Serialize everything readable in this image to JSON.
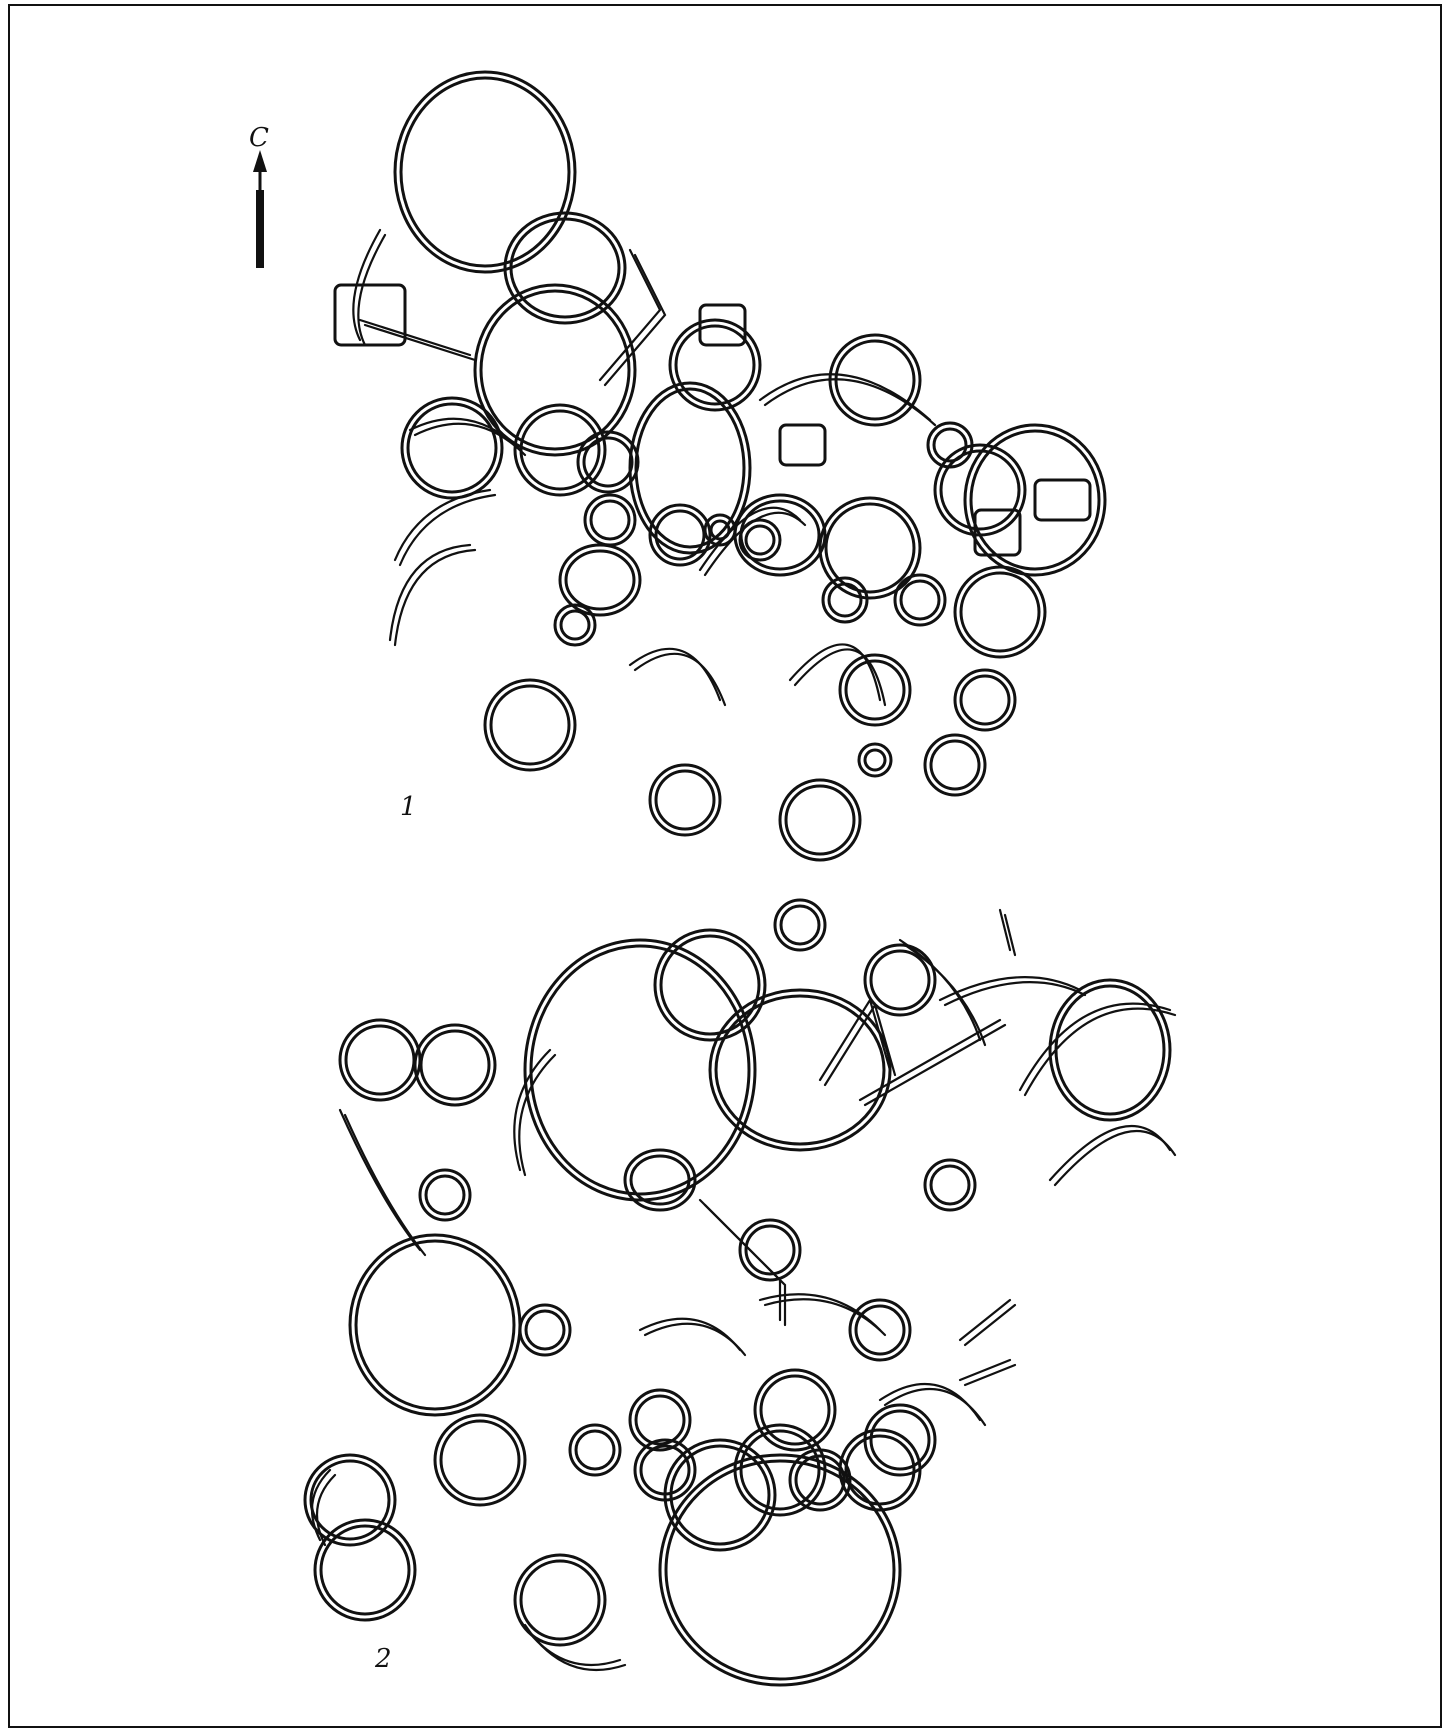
{
  "north_arrow": {
    "label": "С"
  },
  "figures": [
    {
      "number": "1"
    },
    {
      "number": "2"
    }
  ],
  "colors": {
    "ink": "#111111",
    "paper": "#ffffff"
  }
}
